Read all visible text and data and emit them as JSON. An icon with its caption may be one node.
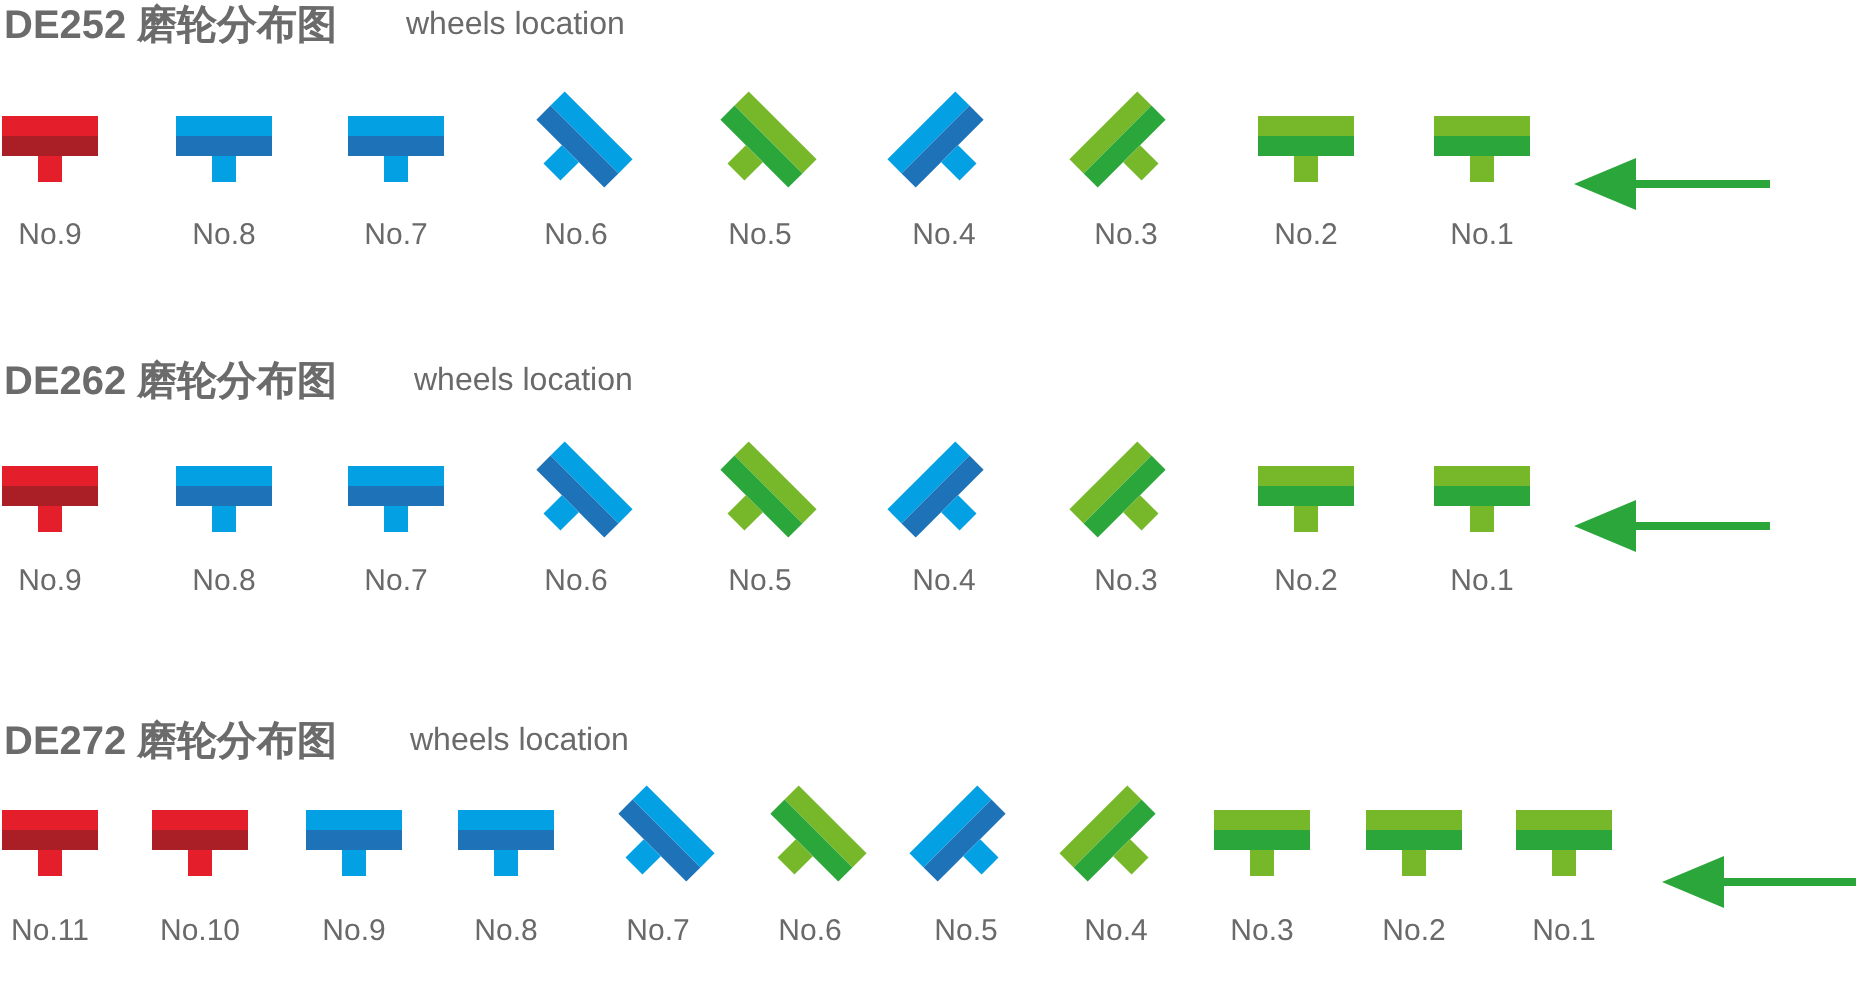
{
  "diagram": {
    "labels": [
      "DE252 磨轮分布图",
      "wheels location",
      "No.9",
      "No.8",
      "No.7",
      "No.6",
      "No.5",
      "No.4",
      "No.3",
      "No.2",
      "No.1",
      "DE262 磨轮分布图",
      "wheels location",
      "No.9",
      "No.8",
      "No.7",
      "No.6",
      "No.5",
      "No.4",
      "No.3",
      "No.2",
      "No.1",
      "DE272 磨轮分布图",
      "wheels location",
      "No.11",
      "No.10",
      "No.9",
      "No.8",
      "No.7",
      "No.6",
      "No.5",
      "No.4",
      "No.3",
      "No.2",
      "No.1"
    ]
  }
}
